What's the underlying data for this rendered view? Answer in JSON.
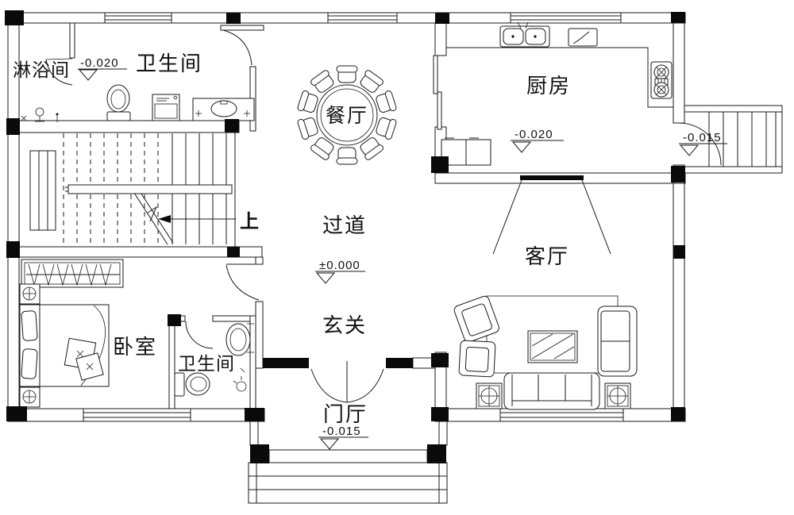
{
  "colors": {
    "line": "#1a1a1a",
    "background": "#ffffff",
    "column_fill": "#0a0a0a"
  },
  "rooms": {
    "shower": {
      "label": "淋浴间"
    },
    "bath_upper": {
      "label": "卫生间",
      "elevation": "-0.020"
    },
    "dining": {
      "label": "餐厅"
    },
    "kitchen": {
      "label": "厨房",
      "elevation": "-0.020"
    },
    "side_steps": {
      "elevation": "-0.015"
    },
    "hallway": {
      "label": "过道",
      "elevation": "±0.000"
    },
    "living": {
      "label": "客厅"
    },
    "entry": {
      "label": "玄关"
    },
    "bedroom": {
      "label": "卧室"
    },
    "bath_lower": {
      "label": "卫生间"
    },
    "foyer": {
      "label": "门厅",
      "elevation": "-0.015"
    }
  },
  "stairs": {
    "up_label": "上"
  }
}
